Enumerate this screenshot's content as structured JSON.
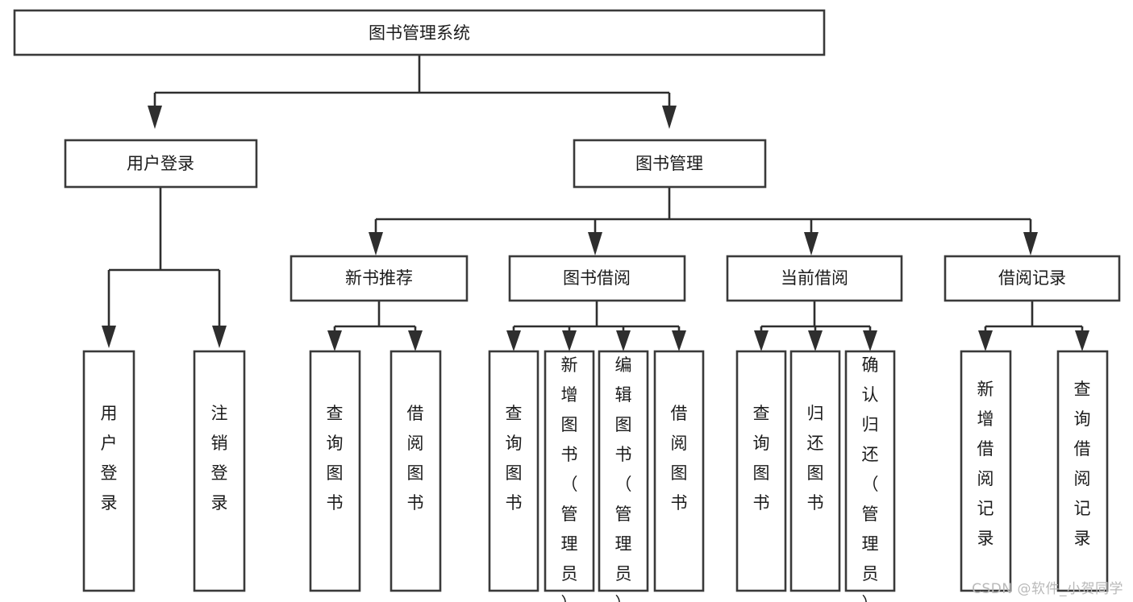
{
  "diagram": {
    "type": "tree-hierarchy-chart",
    "title": "图书管理系统",
    "watermark": "CSDN @软件_小贺同学",
    "colors": {
      "box_stroke": "#3a3a3a",
      "connector": "#2e2e2e",
      "text": "#1b1b1b",
      "background": "#ffffff",
      "watermark": "#b9b9b9"
    },
    "levels": {
      "root": {
        "label": "图书管理系统",
        "orientation": "horizontal"
      },
      "level1": [
        {
          "label": "用户登录",
          "orientation": "horizontal"
        },
        {
          "label": "图书管理",
          "orientation": "horizontal"
        }
      ],
      "level2": [
        {
          "label": "新书推荐",
          "orientation": "horizontal"
        },
        {
          "label": "图书借阅",
          "orientation": "horizontal"
        },
        {
          "label": "当前借阅",
          "orientation": "horizontal"
        },
        {
          "label": "借阅记录",
          "orientation": "horizontal"
        }
      ],
      "leaves": {
        "user_login": [
          {
            "label": "用户登录",
            "orientation": "vertical"
          },
          {
            "label": "注销登录",
            "orientation": "vertical"
          }
        ],
        "new_book_recommend": [
          {
            "label": "查询图书",
            "orientation": "vertical"
          },
          {
            "label": "借阅图书",
            "orientation": "vertical"
          }
        ],
        "book_borrow": [
          {
            "label": "查询图书",
            "orientation": "vertical"
          },
          {
            "label": "新增图书（管理员）",
            "orientation": "vertical"
          },
          {
            "label": "编辑图书（管理员）",
            "orientation": "vertical"
          },
          {
            "label": "借阅图书",
            "orientation": "vertical"
          }
        ],
        "current_borrow": [
          {
            "label": "查询图书",
            "orientation": "vertical"
          },
          {
            "label": "归还图书",
            "orientation": "vertical"
          },
          {
            "label": "确认归还（管理员）",
            "orientation": "vertical"
          }
        ],
        "borrow_record": [
          {
            "label": "新增借阅记录",
            "orientation": "vertical"
          },
          {
            "label": "查询借阅记录",
            "orientation": "vertical"
          }
        ]
      }
    }
  }
}
